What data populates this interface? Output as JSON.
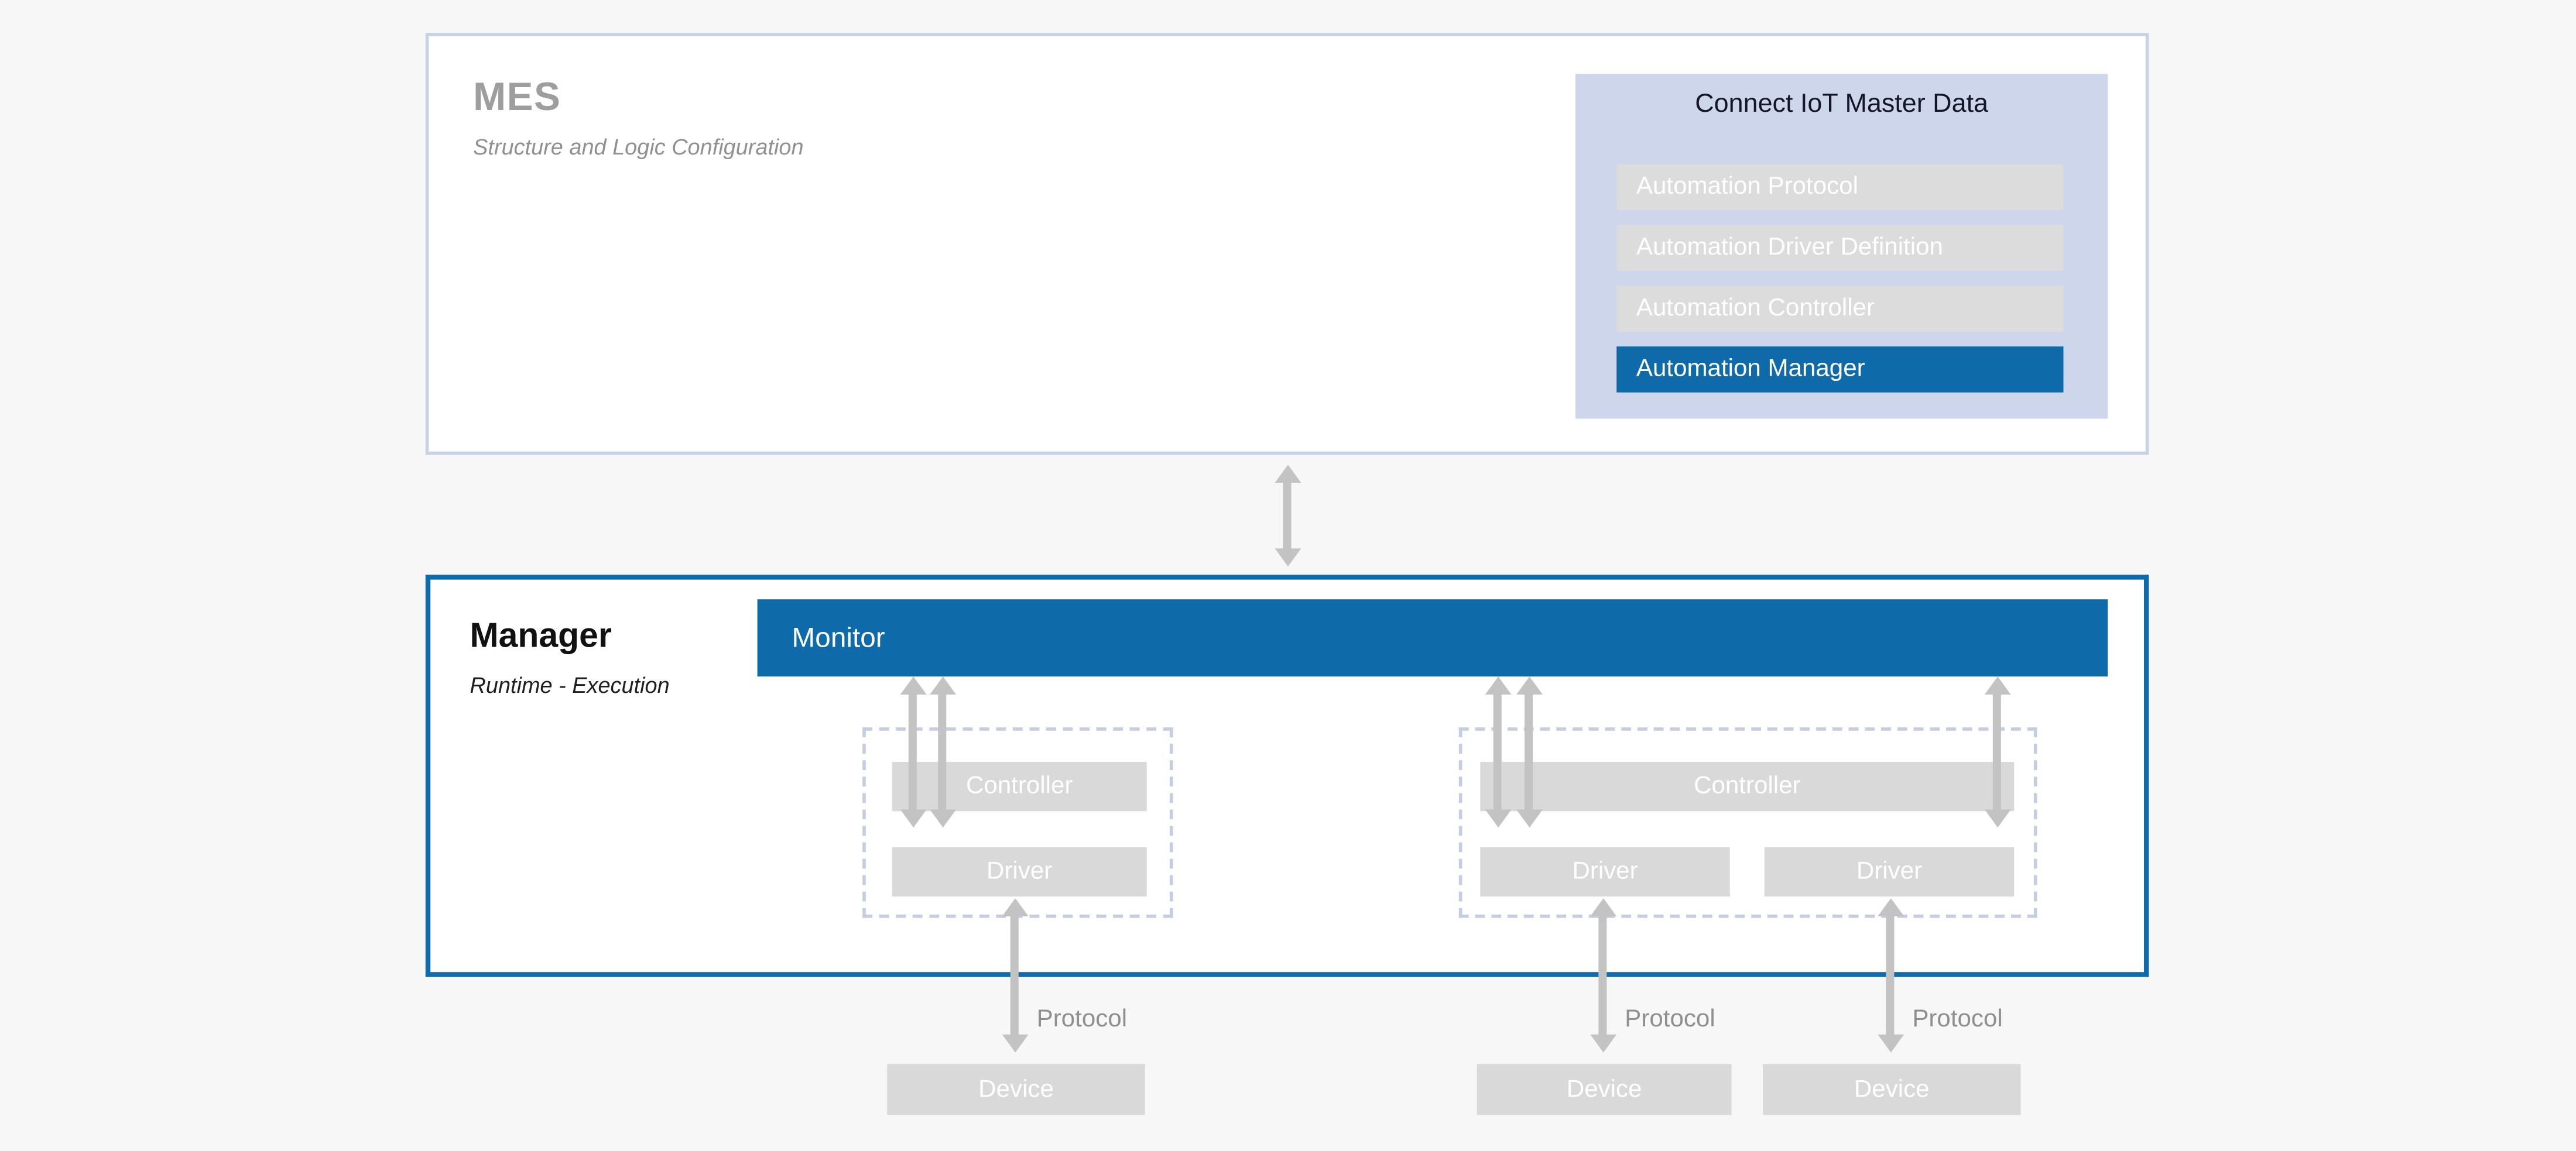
{
  "colors": {
    "accent_blue": "#0e6aa8",
    "panel_fill": "#cdd6ea",
    "node_gray": "#d9d9d9",
    "arrow_gray": "#c3c3c3",
    "mes_border": "#c9d2e6"
  },
  "mes": {
    "title": "MES",
    "subtitle": "Structure and Logic Configuration",
    "master_data": {
      "title": "Connect IoT Master Data",
      "items": [
        {
          "label": "Automation Protocol",
          "active": false
        },
        {
          "label": "Automation Driver Definition",
          "active": false
        },
        {
          "label": "Automation Controller",
          "active": false
        },
        {
          "label": "Automation Manager",
          "active": true
        }
      ]
    }
  },
  "manager": {
    "title": "Manager",
    "subtitle": "Runtime - Execution",
    "monitor_label": "Monitor",
    "groups": [
      {
        "controller": "Controller",
        "drivers": [
          "Driver"
        ]
      },
      {
        "controller": "Controller",
        "drivers": [
          "Driver",
          "Driver"
        ]
      }
    ]
  },
  "protocols": [
    "Protocol",
    "Protocol",
    "Protocol"
  ],
  "devices": [
    "Device",
    "Device",
    "Device"
  ]
}
